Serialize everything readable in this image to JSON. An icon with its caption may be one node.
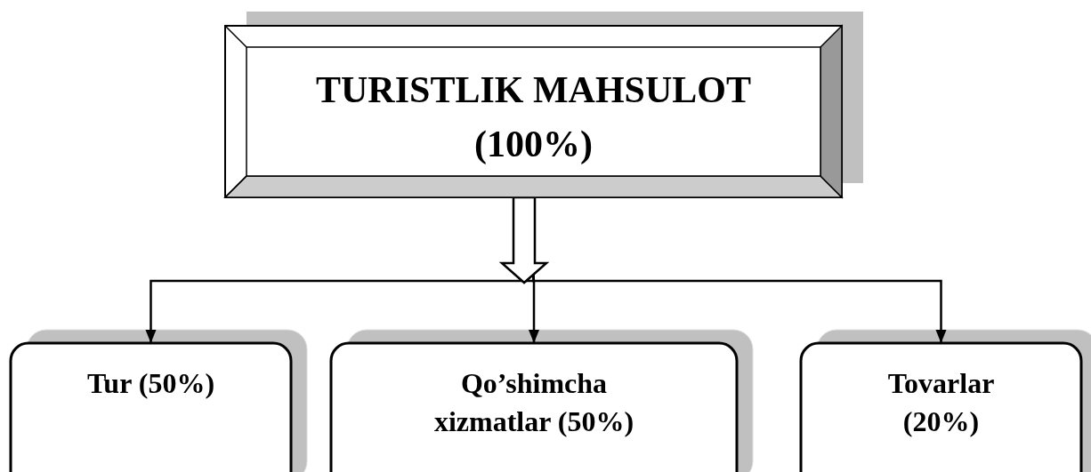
{
  "diagram": {
    "nodes": [
      {
        "text": [
          "TURISTLIK MAHSULOT (100%)"
        ]
      },
      {
        "text": [
          "Tur (50%)"
        ]
      },
      {
        "text": [
          "Qo’shimcha xizmatlar (50%)"
        ]
      },
      {
        "text": [
          "Tovarlar (20%)"
        ]
      }
    ],
    "edges": [
      {
        "from": 0,
        "to": 1,
        "arrow": "to"
      },
      {
        "from": 0,
        "to": 2,
        "arrow": "to"
      },
      {
        "from": 0,
        "to": 3,
        "arrow": "to"
      }
    ]
  }
}
